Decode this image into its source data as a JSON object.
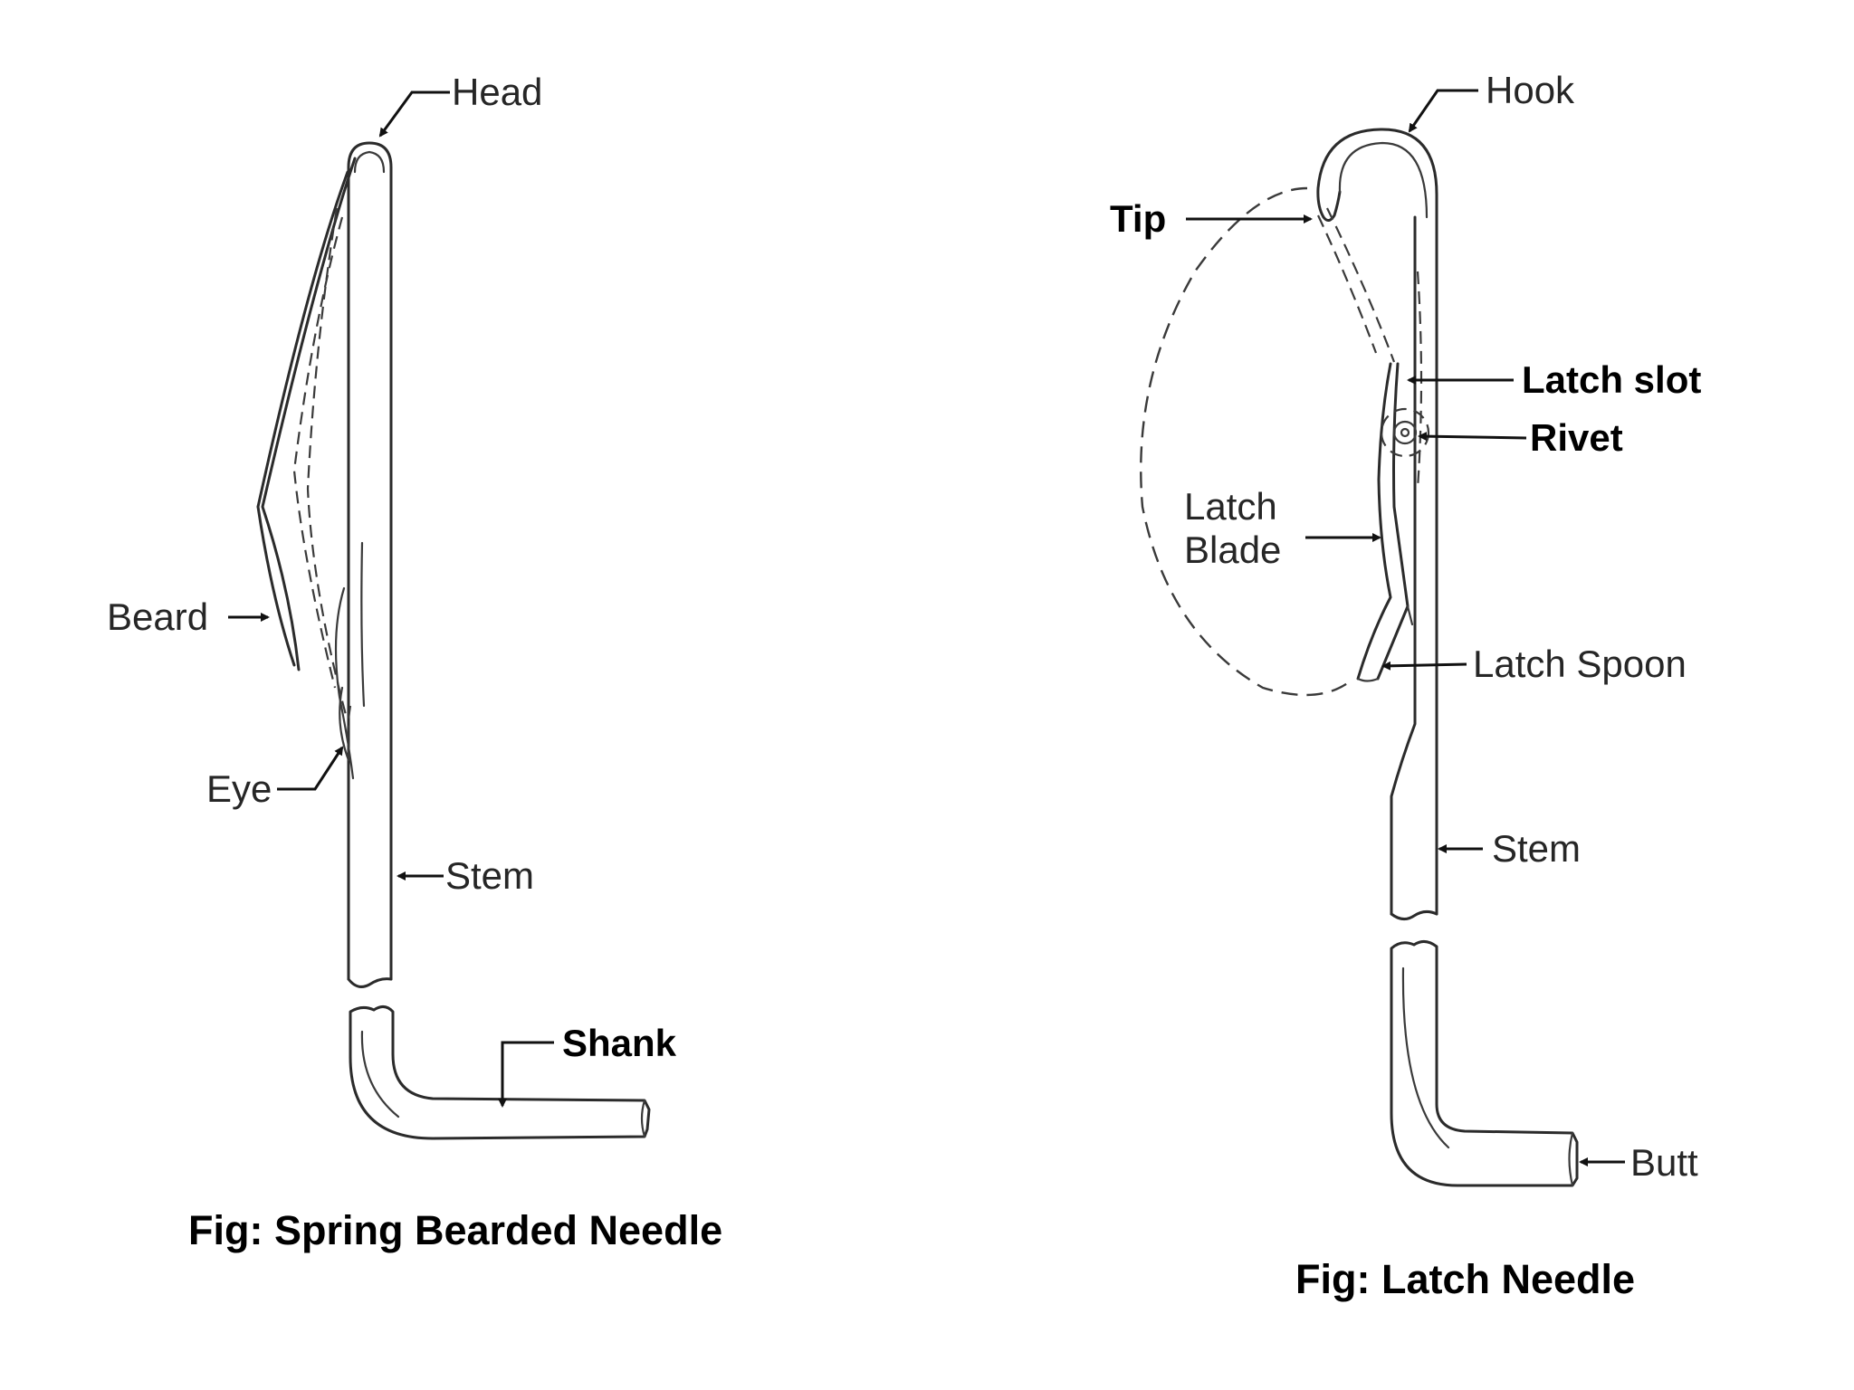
{
  "spring_bearded_needle": {
    "labels": {
      "head": "Head",
      "beard": "Beard",
      "eye": "Eye",
      "stem": "Stem",
      "shank": "Shank"
    },
    "caption": "Fig: Spring Bearded Needle"
  },
  "latch_needle": {
    "labels": {
      "hook": "Hook",
      "tip": "Tip",
      "latch_slot": "Latch slot",
      "rivet": "Rivet",
      "latch_blade_line1": "Latch",
      "latch_blade_line2": "Blade",
      "latch_spoon": "Latch Spoon",
      "stem": "Stem",
      "butt": "Butt"
    },
    "caption": "Fig: Latch Needle"
  },
  "colors": {
    "background": "#ffffff",
    "ink": "#2b2b2b",
    "label_text": "#262626",
    "caption_text": "#000000"
  }
}
